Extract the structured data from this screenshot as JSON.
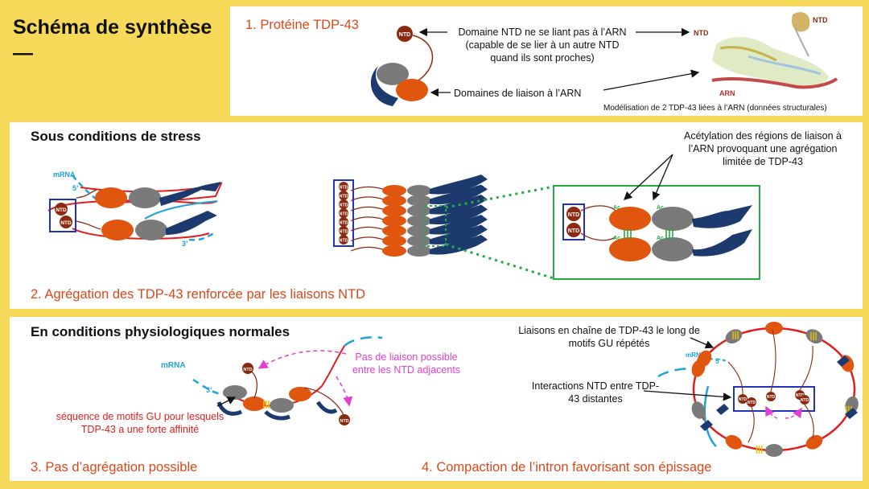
{
  "title": "Schéma de synthèse",
  "title_dash": "—",
  "panel1": {
    "heading": "1. Protéine TDP-43",
    "ntd_label": "Domaine NTD ne se liant pas à l’ARN (capable de se lier à un autre NTD quand ils sont proches)",
    "binding_label": "Domaines de liaison à l’ARN",
    "model_caption": "Modélisation de 2 TDP-43 liées à l’ARN (données structurales)",
    "ntd_tag": "NTD",
    "model_ntd_left": "NTD",
    "model_ntd_right": "NTD",
    "model_arn": "ARN"
  },
  "panel2": {
    "heading": "Sous conditions de stress",
    "mrna": "mRNA",
    "five": "5’",
    "three": "3’",
    "ntd": "NTD",
    "acetyl_label": "Acétylation des régions de liaison à l’ARN provoquant une agrégation limitée de TDP-43",
    "ac": "Ac",
    "caption": "2. Agrégation des TDP-43 renforcée par les liaisons NTD"
  },
  "panel3": {
    "heading": "En conditions physiologiques normales",
    "mrna": "mRNA",
    "three": "3’",
    "five": "5’",
    "ntd": "NTD",
    "no_link": "Pas de liaison possible entre les NTD adjacents",
    "gu_seq": "séquence  de motifs GU pour lesquels TDP-43 a une forte affinité",
    "chain_label": "Liaisons en chaîne de TDP-43 le long de motifs GU répétés",
    "distant_label": "Interactions NTD entre TDP-43 distantes",
    "caption_left": "3. Pas d’agrégation possible",
    "caption_right": "4. Compaction de l’intron favorisant son épissage"
  },
  "colors": {
    "background": "#f7d95a",
    "orange_text": "#d9481a",
    "ntd_brown": "#8b2a10",
    "rbd_orange": "#e0560f",
    "rbd_gray": "#7a7a7a",
    "ribbon_navy": "#1d3a6e",
    "rna_red": "#e01e1e",
    "rna_cyan": "#1ea3d8",
    "box_blue": "#2233bb",
    "agg_green": "#22aa44",
    "magenta": "#e040d0"
  }
}
